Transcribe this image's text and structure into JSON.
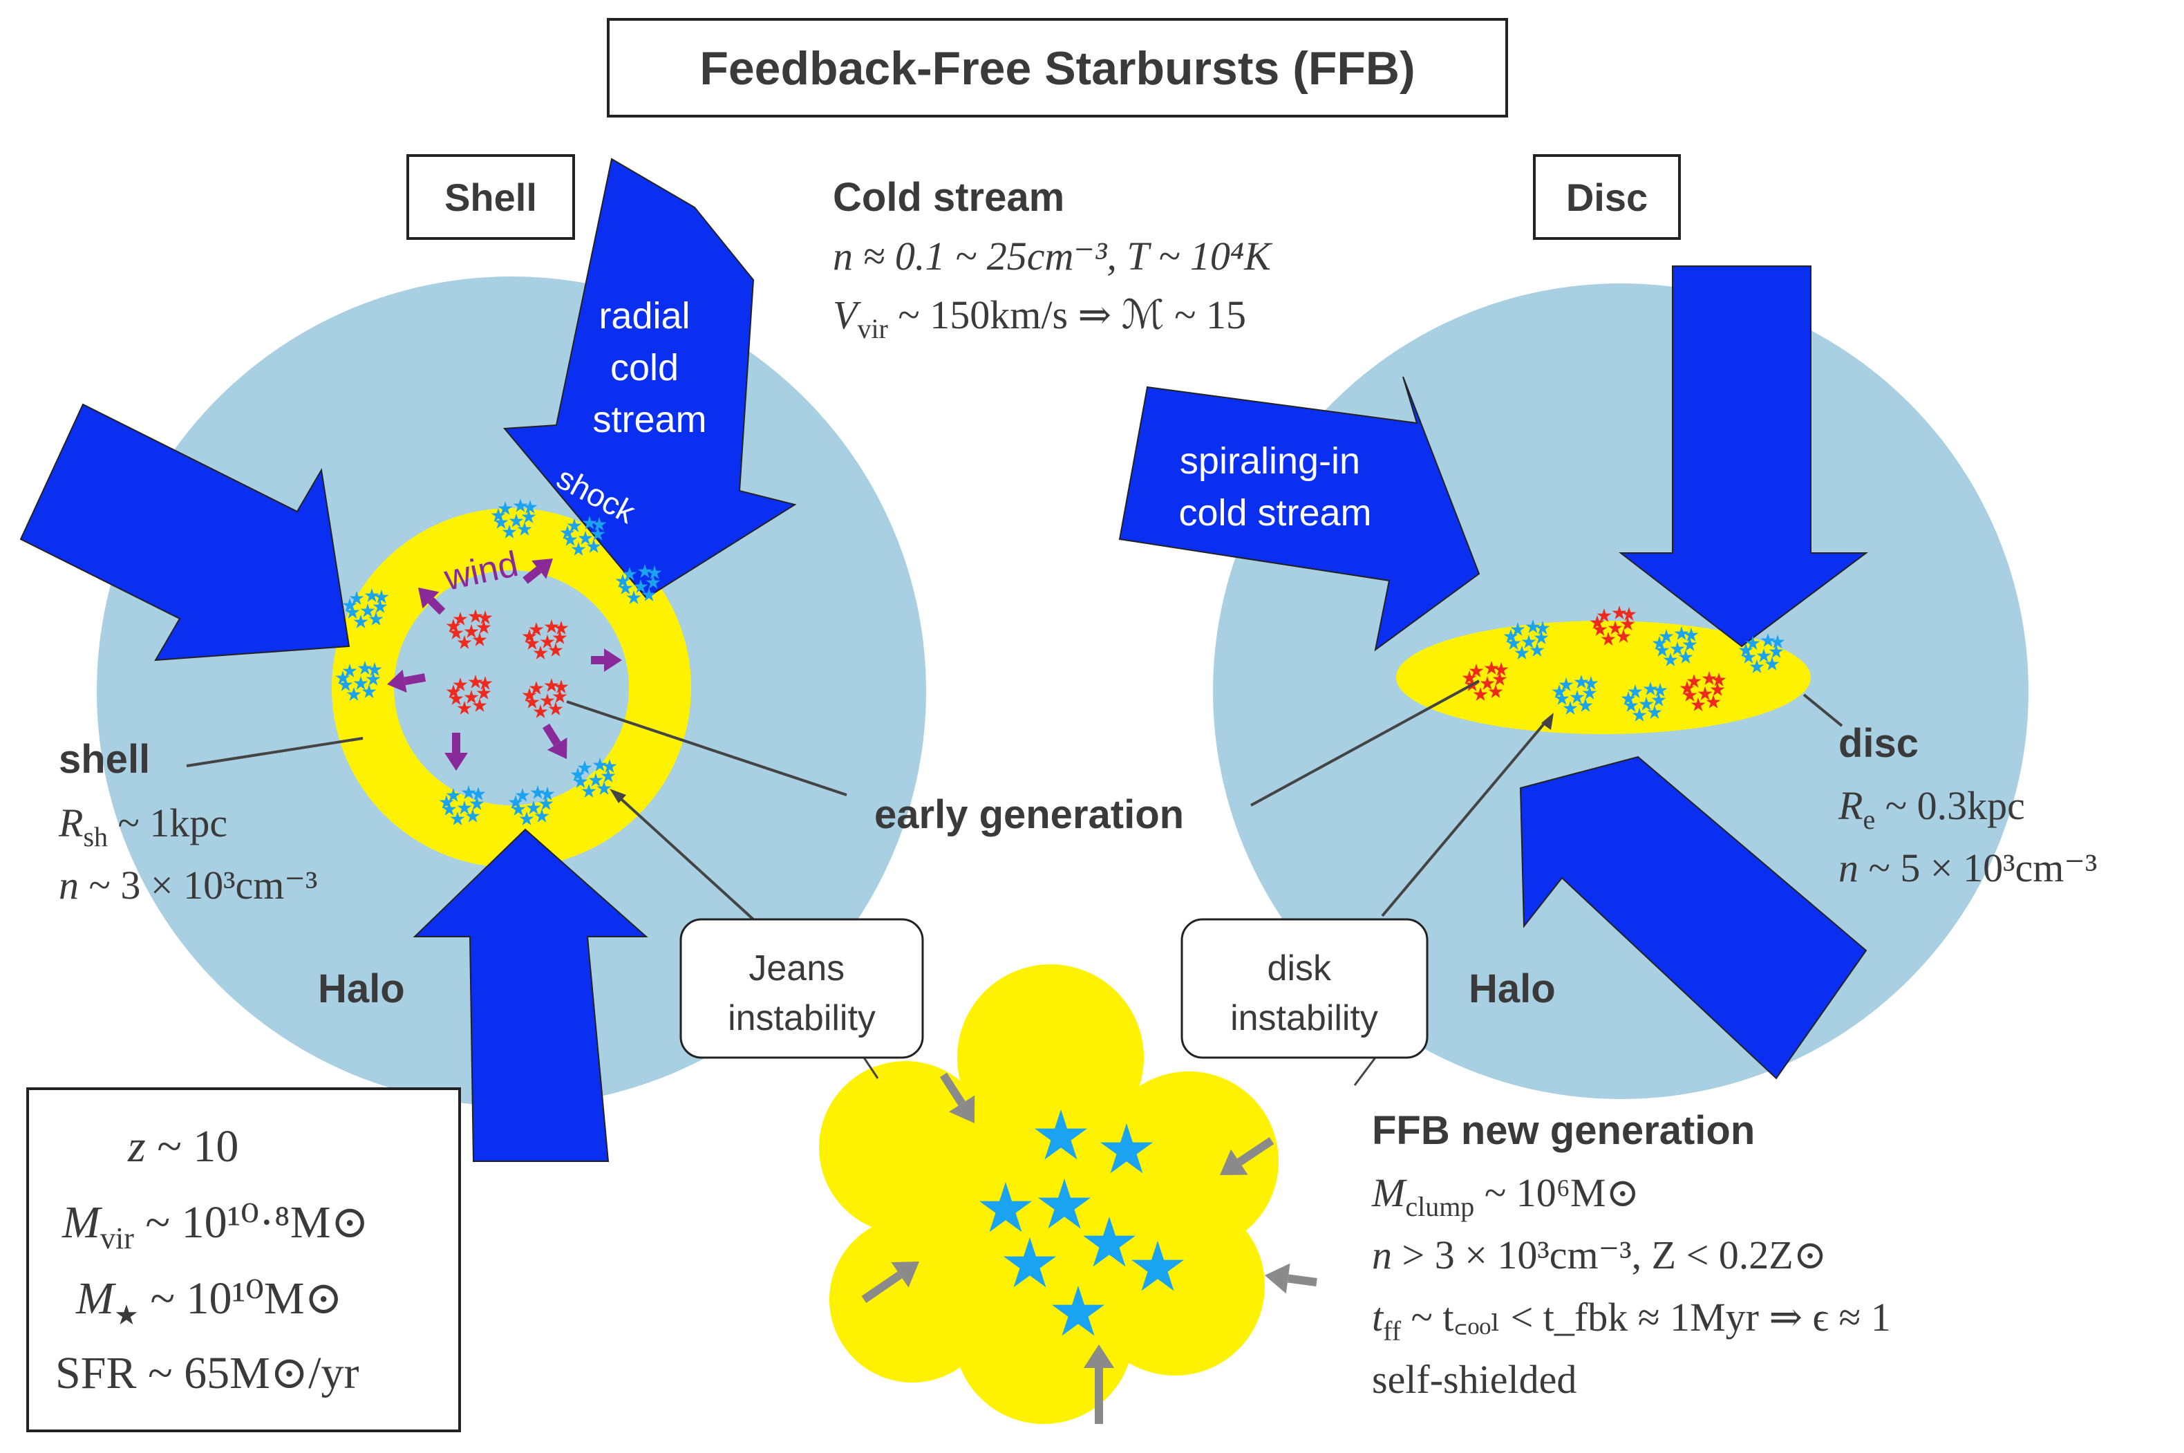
{
  "title": "Feedback-Free Starbursts (FFB)",
  "colors": {
    "halo": "#a9cfe2",
    "yellow": "#fff200",
    "stream": "#0a2ff0",
    "text": "#3a3a3a",
    "star_blue": "#1aa3f0",
    "star_red": "#ee2a1e",
    "wind": "#8a2a9a",
    "gray_arrow": "#8a8a8a",
    "leader": "#444444"
  },
  "shell_panel": {
    "box_label": "Shell",
    "arrow_text": [
      "radial",
      "cold",
      "stream"
    ],
    "shock_label": "shock",
    "wind_label": "wind",
    "shell_label": "shell",
    "shell_props": [
      {
        "sym": "R",
        "sub": "sh",
        "rest": " ~ 1kpc"
      },
      {
        "sym": "n",
        "sub": "",
        "rest": " ~ 3 × 10³cm⁻³"
      }
    ],
    "halo_label": "Halo"
  },
  "cold_stream": {
    "heading": "Cold stream",
    "line1": "n ≈ 0.1 ~ 25cm⁻³,  T ~ 10⁴K",
    "line2_sym": "V",
    "line2_sub": "vir",
    "line2_rest": " ~ 150km/s ⇒ ℳ ~ 15"
  },
  "disc_panel": {
    "box_label": "Disc",
    "arrow_text": [
      "spiraling-in",
      "cold stream"
    ],
    "disc_label": "disc",
    "disc_props": [
      {
        "sym": "R",
        "sub": "e",
        "rest": " ~ 0.3kpc"
      },
      {
        "sym": "n",
        "sub": "",
        "rest": " ~ 5 × 10³cm⁻³"
      }
    ],
    "halo_label": "Halo"
  },
  "early_generation_label": "early generation",
  "callouts": {
    "jeans": [
      "Jeans",
      "instability"
    ],
    "disk": [
      "disk",
      "instability"
    ]
  },
  "params_box": [
    {
      "sym": "z",
      "sub": "",
      "rest": " ~ 10"
    },
    {
      "sym": "M",
      "sub": "vir",
      "rest": " ~ 10¹⁰·⁸M⊙"
    },
    {
      "sym": "M",
      "sub": "★",
      "rest": " ~ 10¹⁰M⊙"
    },
    {
      "sym": "SFR",
      "sub": "",
      "rest": " ~ 65M⊙/yr"
    }
  ],
  "ffb_new_generation": {
    "heading": "FFB new generation",
    "lines": [
      {
        "sym": "M",
        "sub": "clump",
        "rest": " ~ 10⁶M⊙"
      },
      {
        "sym": "n",
        "sub": "",
        "rest": " > 3 × 10³cm⁻³, Z < 0.2Z⊙"
      },
      {
        "sym": "t",
        "sub": "ff",
        "rest": " ~ t꜀ₒₒₗ < t_fbk ≈ 1Myr ⇒ ϵ ≈ 1"
      },
      {
        "sym": "self-shielded",
        "sub": "",
        "rest": ""
      }
    ]
  }
}
